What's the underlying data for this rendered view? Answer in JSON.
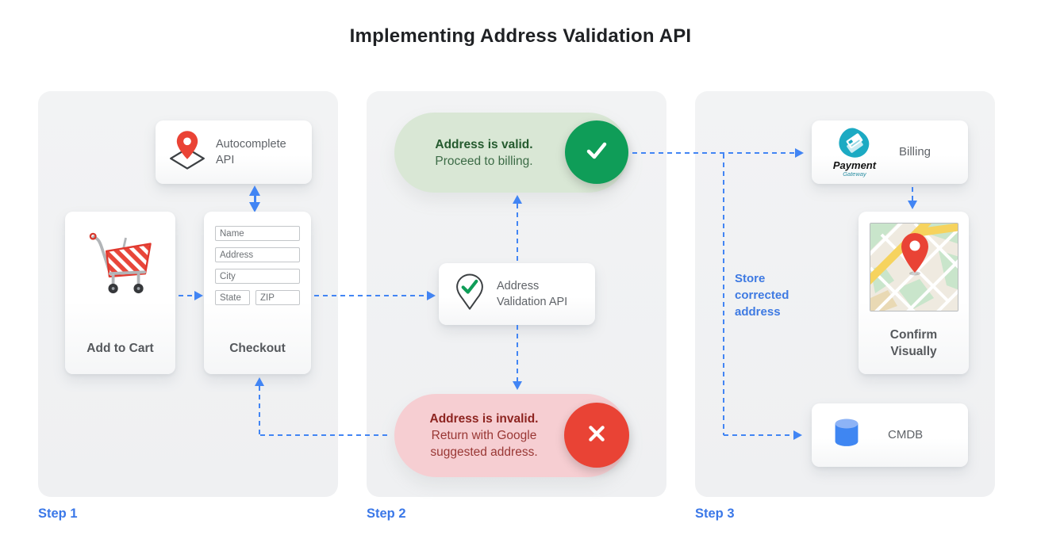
{
  "title": "Implementing Address Validation API",
  "colors": {
    "arrow_blue": "#4285f4",
    "valid_green": "#0f9d58",
    "invalid_red": "#e94335",
    "valid_pill_bg": "#d9e7d5",
    "invalid_pill_bg": "#f6ced2",
    "step_label_blue": "#3b78e8"
  },
  "steps": {
    "step1": "Step 1",
    "step2": "Step 2",
    "step3": "Step 3"
  },
  "step1": {
    "autocomplete": {
      "label": "Autocomplete API"
    },
    "add_to_cart": {
      "label": "Add to Cart"
    },
    "checkout": {
      "label": "Checkout",
      "fields": {
        "name": "Name",
        "address": "Address",
        "city": "City",
        "state": "State",
        "zip": "ZIP"
      }
    }
  },
  "step2": {
    "valid": {
      "title": "Address is valid.",
      "subtitle": "Proceed to billing."
    },
    "validation_api": {
      "label": "Address Validation API"
    },
    "invalid": {
      "title": "Address is invalid.",
      "subtitle": "Return with Google suggested address."
    }
  },
  "step3": {
    "billing": {
      "label": "Billing",
      "logo_name": "Payment",
      "logo_sub": "Gateway"
    },
    "store_note": "Store corrected address",
    "confirm": {
      "label": "Confirm Visually"
    },
    "cmdb": {
      "label": "CMDB"
    }
  }
}
